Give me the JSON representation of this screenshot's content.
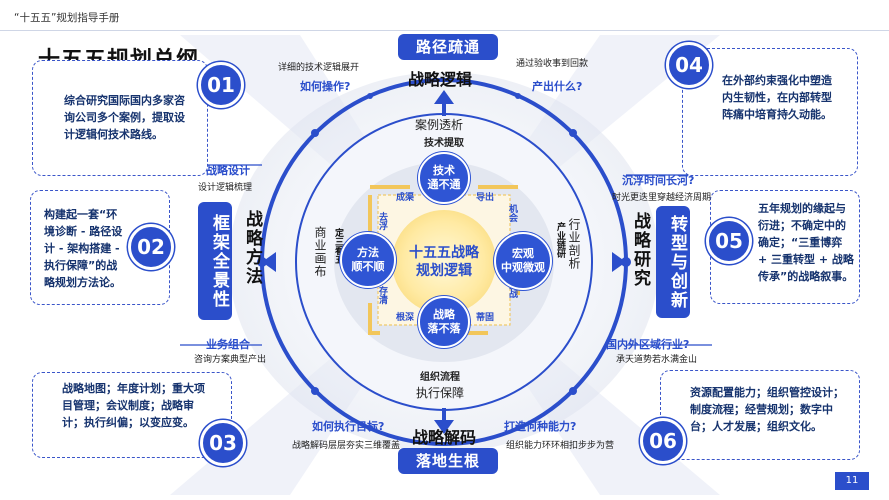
{
  "header": {
    "title": "“十五五”规划指导手册"
  },
  "main_title": "十五五规划总纲",
  "callouts": [
    {
      "num": "01",
      "text": "综合研究国际国内多家咨询公司多个案例，提取设计逻辑何技术路线。"
    },
    {
      "num": "02",
      "text": "构建起一套“环境诊断 - 路径设计 - 架构搭建 - 执行保障”的战略规划方法论。"
    },
    {
      "num": "03",
      "text": "战略地图；年度计划；重大项目管理；会议制度；战略审计；执行纠偏；以变应变。"
    },
    {
      "num": "04",
      "text": "在外部约束强化中塑造内生韧性，在内部转型阵痛中培育持久动能。"
    },
    {
      "num": "05",
      "text": "五年规划的缘起与衍进；不确定中的确定；“三重博弈 + 三重转型 + 战略传承”的战略叙事。"
    },
    {
      "num": "06",
      "text": "资源配置能力；组织管控设计；制度流程；经营规划；数字中台；人才发展；组织文化。"
    }
  ],
  "top": {
    "pill": "路径疏通",
    "title": "战略逻辑",
    "left_note": "详细的技术逻辑展开",
    "right_note": "通过验收事到回款",
    "question_left": "如何操作?",
    "question_right": "产出什么?",
    "case": "案例透析",
    "tech": "技术提取"
  },
  "bottom": {
    "pill": "落地生根",
    "title": "战略解码",
    "left_note": "战略解码层层夯实三维覆盖",
    "right_note": "组织能力环环相扣步步为营",
    "question_left": "如何执行目标?",
    "question_right": "打造何种能力?",
    "org": "组织流程",
    "exec": "执行保障"
  },
  "left": {
    "vertical_blue": "框架全景性",
    "vertical_black": "战略方法",
    "upper_label": "战略设计",
    "upper_note": "设计逻辑梳理",
    "lower_label": "业务组合",
    "lower_note": "咨询方案典型产出",
    "ring_text": "商业画布",
    "ring_small": "定三看五"
  },
  "right": {
    "vertical_blue": "转型与创新",
    "vertical_black": "战略研究",
    "upper_label": "沉浮时间长河?",
    "upper_note": "时光更迭里穿越经济周期",
    "lower_label": "国内外区域行业?",
    "lower_note": "承天道势若水满金山",
    "ring_text": "行业剖析",
    "ring_small": "产业链研"
  },
  "center": {
    "title_line1": "十五五战略",
    "title_line2": "规划逻辑",
    "top_circle": [
      "技术",
      "通不通"
    ],
    "left_circle": [
      "方法",
      "顺不顺"
    ],
    "right_circle": [
      "宏观",
      "中观微观"
    ],
    "bottom_circle": [
      "战略",
      "落不落"
    ],
    "corners": {
      "tl": "成渠",
      "tr": "导出",
      "bl": "根深",
      "br": "蒂固"
    },
    "side_small": {
      "left_top": "去浮",
      "left_bottom": "存清",
      "right_top": "机会",
      "right_bottom": "挑战"
    }
  },
  "page_number": "11"
}
